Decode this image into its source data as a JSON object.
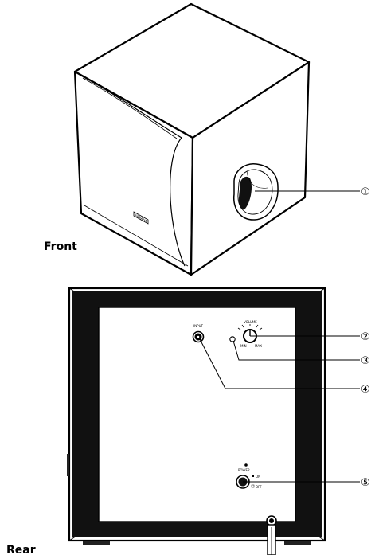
{
  "labels": {
    "front": "Front",
    "rear": "Rear"
  },
  "callouts": [
    "①",
    "②",
    "③",
    "④",
    "⑤"
  ],
  "panel_text": {
    "volume": "VOLUME",
    "vol_min": "MIN",
    "vol_max": "MAX",
    "input": "INPUT",
    "power": "POWER",
    "on": "ON",
    "off": "OFF"
  },
  "logo_text": "YAMAHA"
}
